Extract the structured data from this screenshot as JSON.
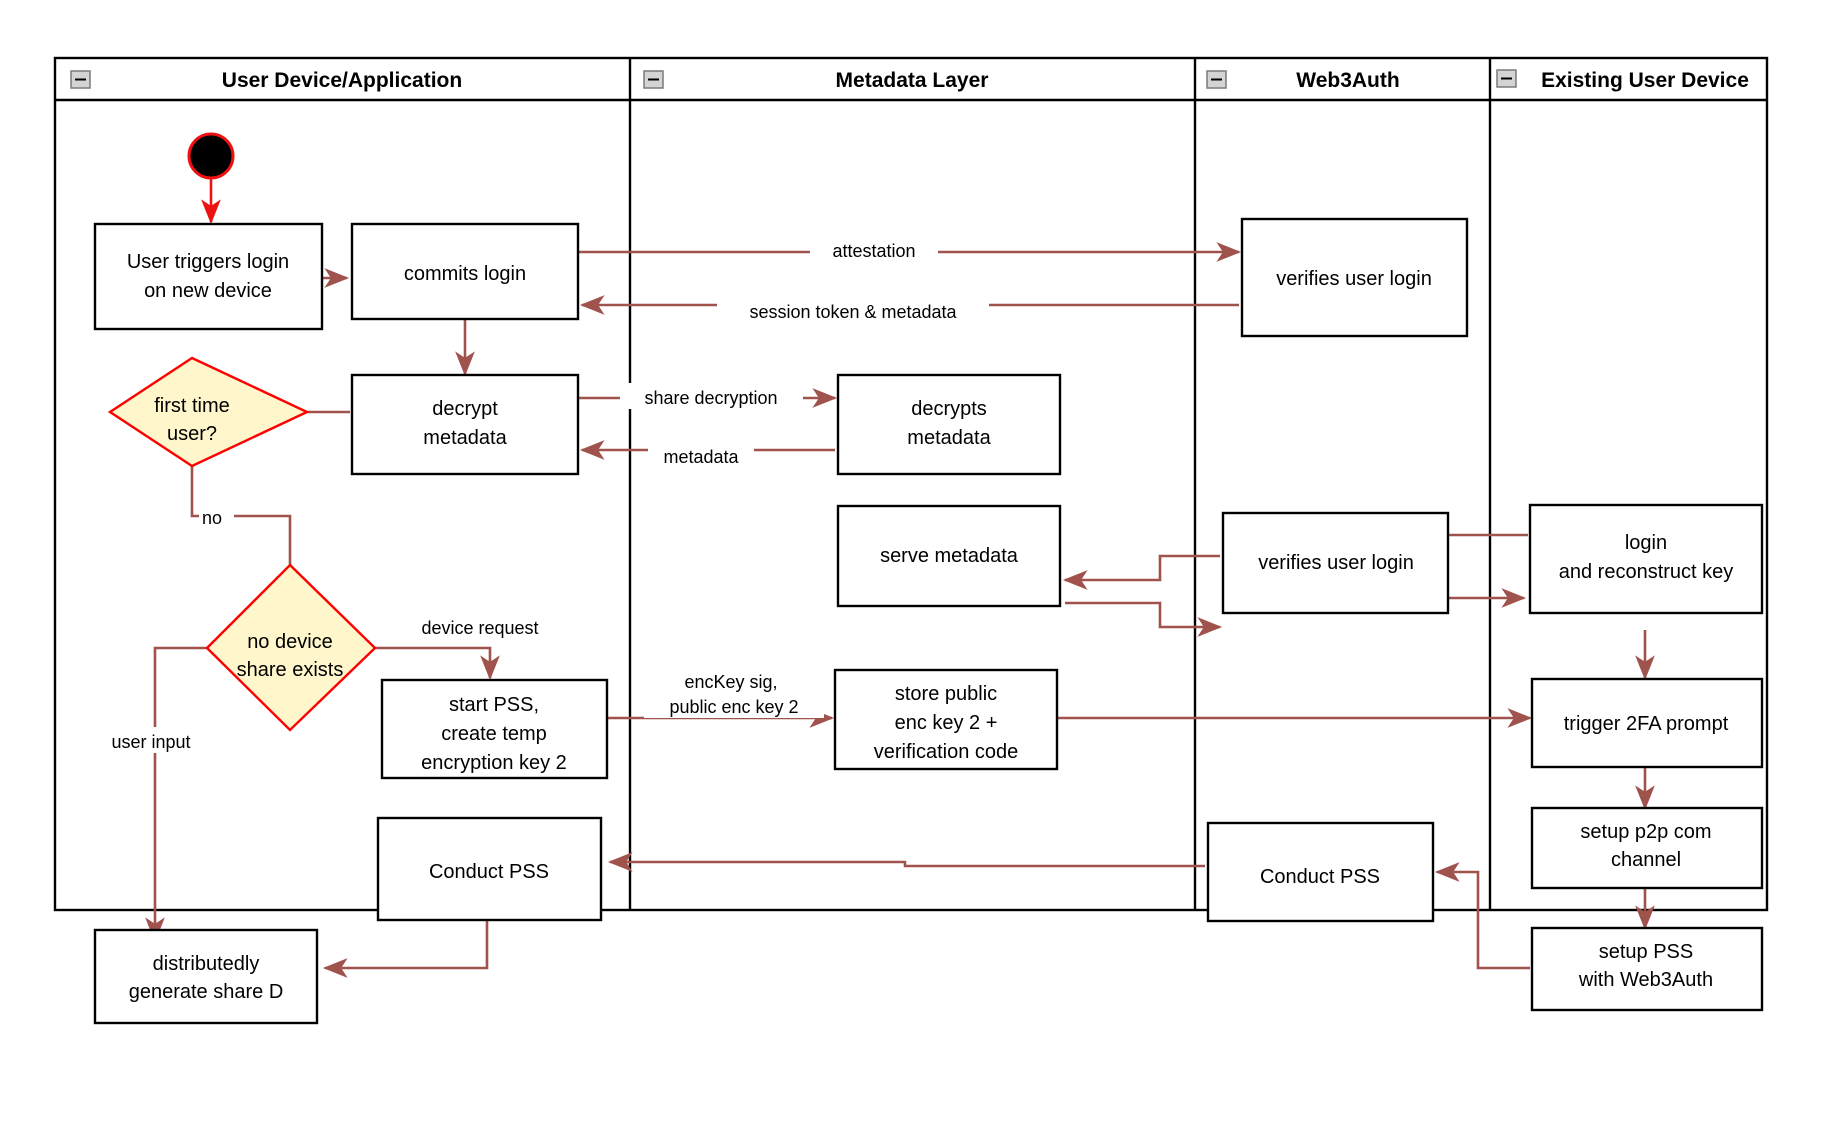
{
  "diagram": {
    "title": "Web3Auth new-device login activity diagram",
    "colors": {
      "edge": "#a0524d",
      "start_edge": "#ee1111",
      "decision_fill": "#fff6cc",
      "decision_stroke": "#ff0000",
      "box_fill": "#ffffff",
      "box_stroke": "#000000",
      "background": "#ffffff"
    },
    "lanes": [
      {
        "id": "lane-user-device",
        "label": "User Device/Application",
        "collapse_icon": "minus-icon"
      },
      {
        "id": "lane-metadata",
        "label": "Metadata Layer",
        "collapse_icon": "minus-icon"
      },
      {
        "id": "lane-web3auth",
        "label": "Web3Auth",
        "collapse_icon": "minus-icon"
      },
      {
        "id": "lane-existing-device",
        "label": "Existing User Device",
        "collapse_icon": "minus-icon"
      }
    ],
    "nodes": [
      {
        "id": "start",
        "type": "start",
        "label": ""
      },
      {
        "id": "user-triggers-login",
        "type": "action",
        "lines": [
          "User triggers login",
          "on new device"
        ]
      },
      {
        "id": "commits-login",
        "type": "action",
        "lines": [
          "commits login"
        ]
      },
      {
        "id": "verifies-user-login-1",
        "type": "action",
        "lines": [
          "verifies user login"
        ]
      },
      {
        "id": "decrypt-metadata",
        "type": "action",
        "lines": [
          "decrypt",
          "metadata"
        ]
      },
      {
        "id": "decrypts-metadata",
        "type": "action",
        "lines": [
          "decrypts",
          "metadata"
        ]
      },
      {
        "id": "first-time-user",
        "type": "decision",
        "lines": [
          "first time",
          "user?"
        ]
      },
      {
        "id": "serve-metadata",
        "type": "action",
        "lines": [
          "serve metadata"
        ]
      },
      {
        "id": "verifies-user-login-2",
        "type": "action",
        "lines": [
          "verifies user login"
        ]
      },
      {
        "id": "login-and-reconstruct-key",
        "type": "action",
        "lines": [
          "login",
          "and reconstruct key"
        ]
      },
      {
        "id": "no-device-share-exists",
        "type": "decision",
        "lines": [
          "no device",
          "share exists"
        ]
      },
      {
        "id": "start-pss-create-temp-key",
        "type": "action",
        "lines": [
          "start PSS,",
          "create temp",
          "encryption key 2"
        ]
      },
      {
        "id": "store-public-enc-key",
        "type": "action",
        "lines": [
          "store public",
          "enc key 2 +",
          "verification code"
        ]
      },
      {
        "id": "trigger-2fa-prompt",
        "type": "action",
        "lines": [
          "trigger 2FA prompt"
        ]
      },
      {
        "id": "setup-p2p-com-channel",
        "type": "action",
        "lines": [
          "setup p2p com",
          "channel"
        ]
      },
      {
        "id": "conduct-pss-user",
        "type": "action",
        "lines": [
          "Conduct PSS"
        ]
      },
      {
        "id": "conduct-pss-web3auth",
        "type": "action",
        "lines": [
          "Conduct PSS"
        ]
      },
      {
        "id": "setup-pss-with-web3auth",
        "type": "action",
        "lines": [
          "setup PSS",
          "with Web3Auth"
        ]
      },
      {
        "id": "distributedly-generate-share-d",
        "type": "action",
        "lines": [
          "distributedly",
          "generate share D"
        ]
      }
    ],
    "edge_labels": [
      {
        "id": "attestation",
        "text": "attestation"
      },
      {
        "id": "session-token-metadata",
        "text": "session token & metadata"
      },
      {
        "id": "share-decryption",
        "text": "share decryption"
      },
      {
        "id": "metadata",
        "text": "metadata"
      },
      {
        "id": "no",
        "text": "no"
      },
      {
        "id": "device-request",
        "text": "device request"
      },
      {
        "id": "enckey-sig",
        "text": "encKey sig,"
      },
      {
        "id": "public-enc-key-2",
        "text": "public enc key 2"
      },
      {
        "id": "user-input",
        "text": "user input"
      }
    ]
  }
}
